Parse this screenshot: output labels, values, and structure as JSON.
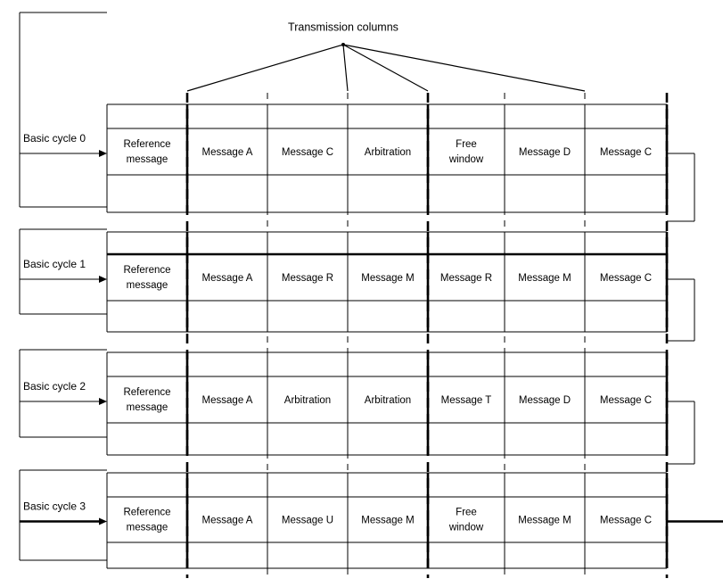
{
  "diagram": {
    "title": "Transmission columns",
    "column_header_label": "Transmission columns",
    "reference_cell_label": "Reference message",
    "reference_cell_line1": "Reference",
    "reference_cell_line2": "message",
    "free_window_line1": "Free",
    "free_window_line2": "window",
    "cycles": [
      {
        "label": "Basic cycle 0",
        "slots": [
          "Reference message",
          "Message A",
          "Message C",
          "Arbitration",
          "Free window",
          "Message D",
          "Message C"
        ]
      },
      {
        "label": "Basic cycle 1",
        "slots": [
          "Reference message",
          "Message A",
          "Message R",
          "Message M",
          "Message R",
          "Message M",
          "Message C"
        ]
      },
      {
        "label": "Basic cycle 2",
        "slots": [
          "Reference message",
          "Message A",
          "Arbitration",
          "Arbitration",
          "Message T",
          "Message D",
          "Message C"
        ]
      },
      {
        "label": "Basic cycle 3",
        "slots": [
          "Reference message",
          "Message A",
          "Message U",
          "Message M",
          "Free window",
          "Message M",
          "Message C"
        ]
      }
    ],
    "colors": {
      "line": "#000000",
      "faint_line": "#808080",
      "background": "#ffffff"
    }
  }
}
